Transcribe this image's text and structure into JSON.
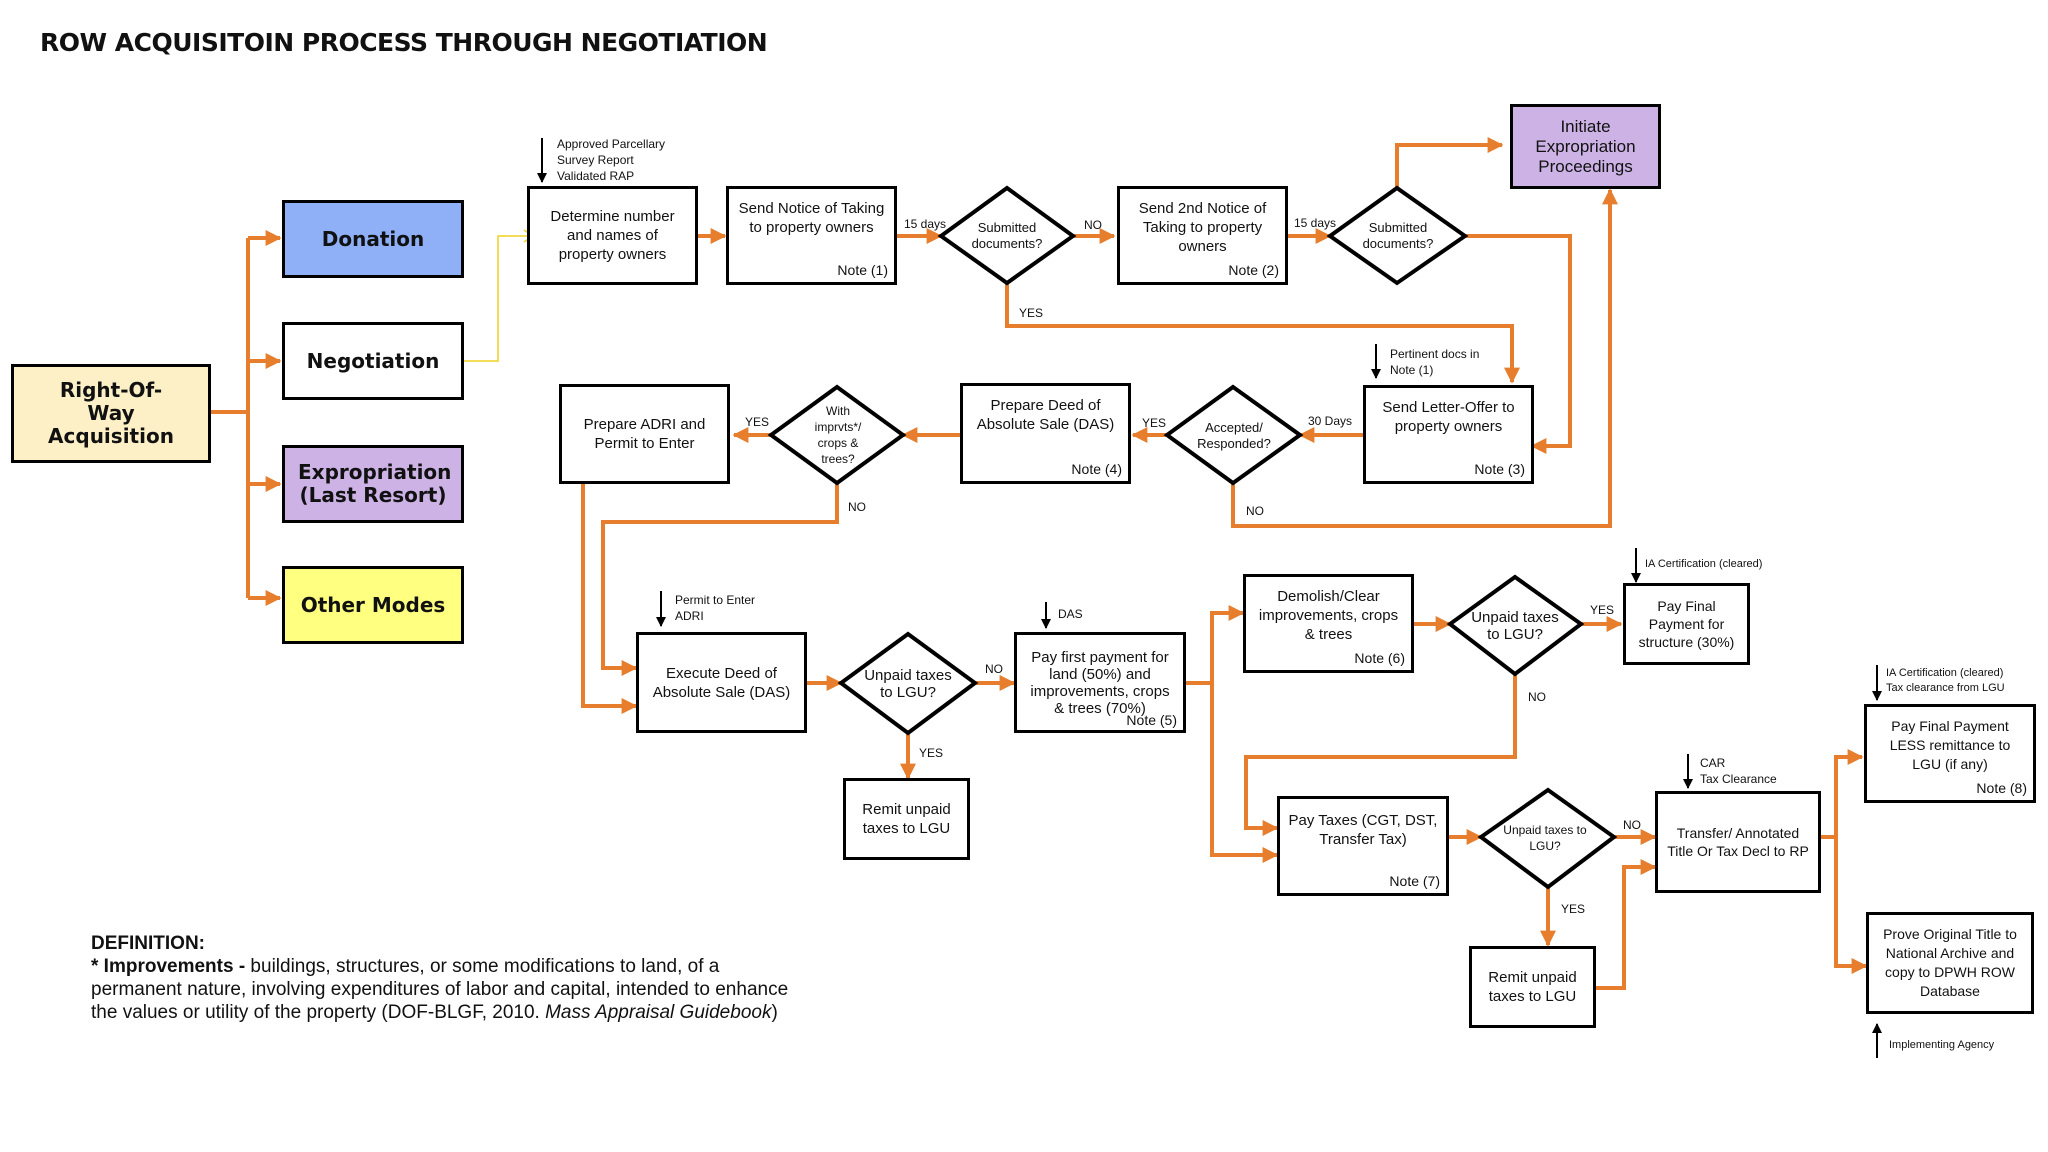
{
  "title": "ROW ACQUISITOIN PROCESS THROUGH NEGOTIATION",
  "nodes": {
    "row": "Right-Of-Way Acquisition",
    "donation": "Donation",
    "negotiation": "Negotiation",
    "expropriation": "Expropriation (Last Resort)",
    "other_modes": "Other Modes",
    "determine": "Determine number and names of property owners",
    "notice1": "Send Notice of Taking to property owners",
    "notice1_note": "Note (1)",
    "submitted1": "Submitted documents?",
    "notice2": "Send 2nd Notice of Taking to property owners",
    "notice2_note": "Note (2)",
    "submitted2": "Submitted documents?",
    "initiate": "Initiate Expropriation Proceedings",
    "letter_offer": "Send Letter-Offer to property owners",
    "letter_offer_note": "Note (3)",
    "accepted": "Accepted/ Responded?",
    "das_prepare": "Prepare Deed of Absolute Sale (DAS)",
    "das_prepare_note": "Note (4)",
    "imprvts": "With imprvts*/ crops & trees?",
    "adri": "Prepare ADRI and Permit to Enter",
    "execute": "Execute Deed of Absolute Sale (DAS)",
    "unpaid1": "Unpaid taxes to LGU?",
    "remit1": "Remit unpaid taxes to LGU",
    "first_payment": "Pay first payment for land (50%) and improvements, crops & trees (70%)",
    "first_payment_note": "Note (5)",
    "demolish": "Demolish/Clear improvements, crops & trees",
    "demolish_note": "Note (6)",
    "unpaid2": "Unpaid taxes to LGU?",
    "final_structure": "Pay Final Payment for structure (30%)",
    "pay_taxes": "Pay Taxes (CGT, DST, Transfer Tax)",
    "pay_taxes_note": "Note (7)",
    "unpaid3": "Unpaid taxes to LGU?",
    "remit2": "Remit unpaid taxes to LGU",
    "transfer": "Transfer/ Annotated Title Or Tax Decl to RP",
    "final_less": "Pay Final Payment LESS remittance to LGU (if any)",
    "final_less_note": "Note (8)",
    "prove": "Prove Original Title to National Archive and copy to DPWH ROW Database"
  },
  "annotations": {
    "survey": "Approved Parcellary\nSurvey Report\nValidated RAP",
    "pertinent": "Pertinent docs in\nNote (1)",
    "permit": "Permit to Enter\nADRI",
    "das": "DAS",
    "ia_cert": "IA Certification (cleared)",
    "car": "CAR\nTax Clearance",
    "ia_tax": "IA Certification (cleared)\nTax clearance from LGU",
    "implementing": "Implementing Agency"
  },
  "labels": {
    "d15a": "15 days",
    "no1": "NO",
    "d15b": "15 days",
    "yes1": "YES",
    "d30": "30 Days",
    "yes_acc": "YES",
    "no_acc": "NO",
    "yes_imp": "YES",
    "no_imp": "NO",
    "no_unpaid1": "NO",
    "yes_unpaid1": "YES",
    "yes_unpaid2": "YES",
    "no_unpaid2": "NO",
    "no_unpaid3": "NO",
    "yes_unpaid3": "YES"
  },
  "definition": {
    "heading": "DEFINITION:",
    "term": "* Improvements -",
    "text": " buildings, structures, or some modifications to land, of a permanent nature, involving expenditures of labor and capital, intended to enhance the values or utility of the property (DOF-BLGF, 2010. ",
    "source": "Mass Appraisal Guidebook",
    "end": ")"
  },
  "colors": {
    "connector": "#e67e2e",
    "donation": "#8fb0f6",
    "expropriation": "#cdb2e6",
    "other_modes": "#ffff80",
    "row": "#fdf0c6",
    "yellow_link": "#f0d020"
  }
}
